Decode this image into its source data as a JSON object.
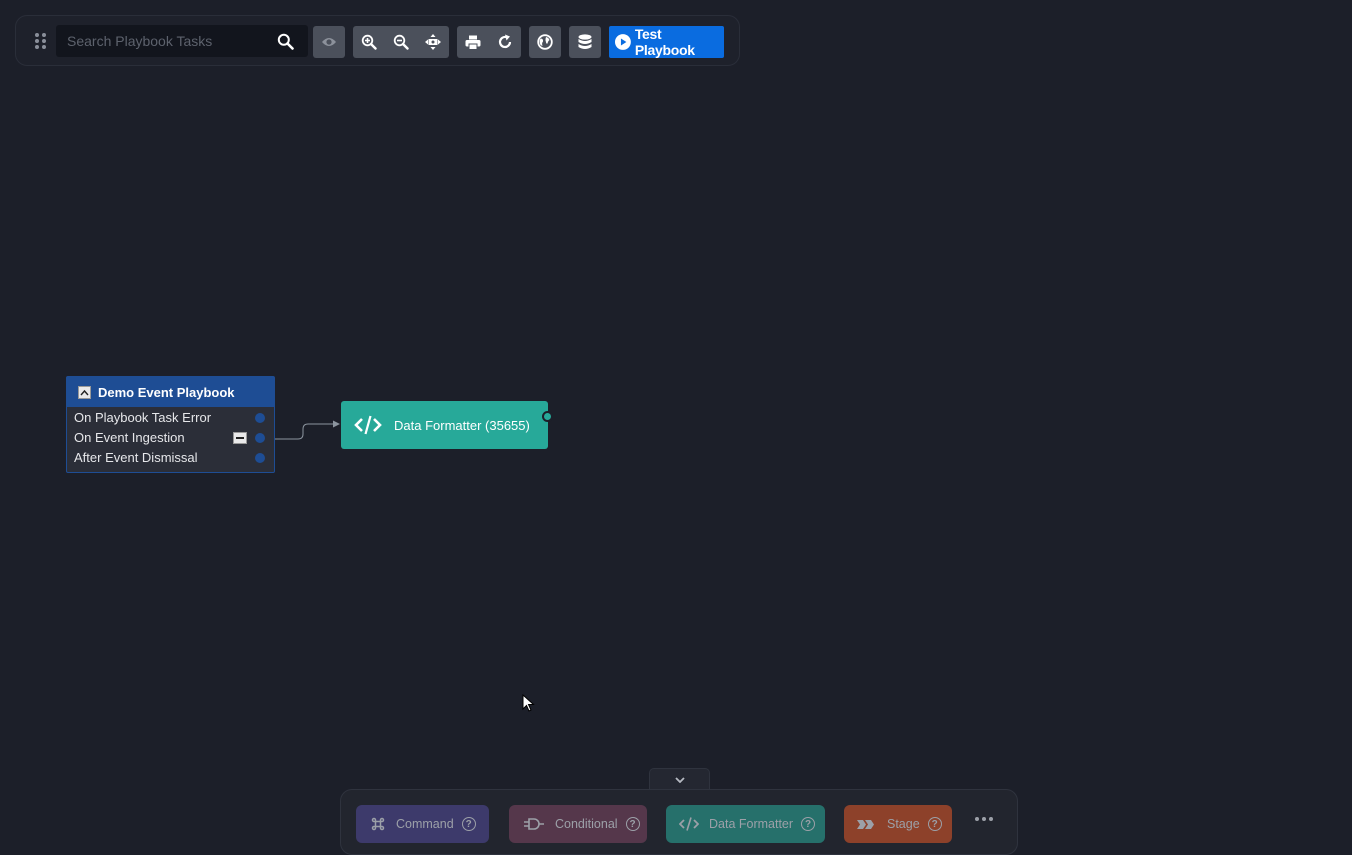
{
  "toolbar": {
    "search": {
      "placeholder": "Search Playbook Tasks",
      "value": ""
    },
    "buttons": [
      {
        "icon": "eye-icon",
        "label": "Toggle visibility"
      },
      {
        "icon": "zoom-in-icon",
        "label": "Zoom in"
      },
      {
        "icon": "zoom-out-icon",
        "label": "Zoom out"
      },
      {
        "icon": "fit-to-screen-icon",
        "label": "Fit to screen"
      },
      {
        "icon": "print-icon",
        "label": "Print"
      },
      {
        "icon": "refresh-icon",
        "label": "Refresh"
      },
      {
        "icon": "globe-icon",
        "label": "Globe"
      },
      {
        "icon": "database-icon",
        "label": "Datastore"
      }
    ],
    "test_button": {
      "label": "Test Playbook",
      "icon": "play-circle-icon",
      "color": "#0a6ce0"
    }
  },
  "canvas": {
    "playbook_node": {
      "title": "Demo Event Playbook",
      "color": "#1e4d94",
      "triggers": [
        {
          "label": "On Playbook Task Error",
          "connected": false
        },
        {
          "label": "On Event Ingestion",
          "connected": true
        },
        {
          "label": "After Event Dismissal",
          "connected": false
        }
      ]
    },
    "task_nodes": [
      {
        "label": "Data Formatter (35655)",
        "icon": "code-icon",
        "color": "#27a999"
      }
    ]
  },
  "palette": {
    "items": [
      {
        "label": "Command",
        "icon": "command-icon",
        "color": "#3d3a6b",
        "help": "?"
      },
      {
        "label": "Conditional",
        "icon": "logic-gate-icon",
        "color": "#55374b",
        "help": "?"
      },
      {
        "label": "Data Formatter",
        "icon": "code-icon",
        "color": "#26706b",
        "help": "?"
      },
      {
        "label": "Stage",
        "icon": "stage-arrows-icon",
        "color": "#8d412a",
        "help": "?"
      }
    ],
    "more_label": "More"
  }
}
